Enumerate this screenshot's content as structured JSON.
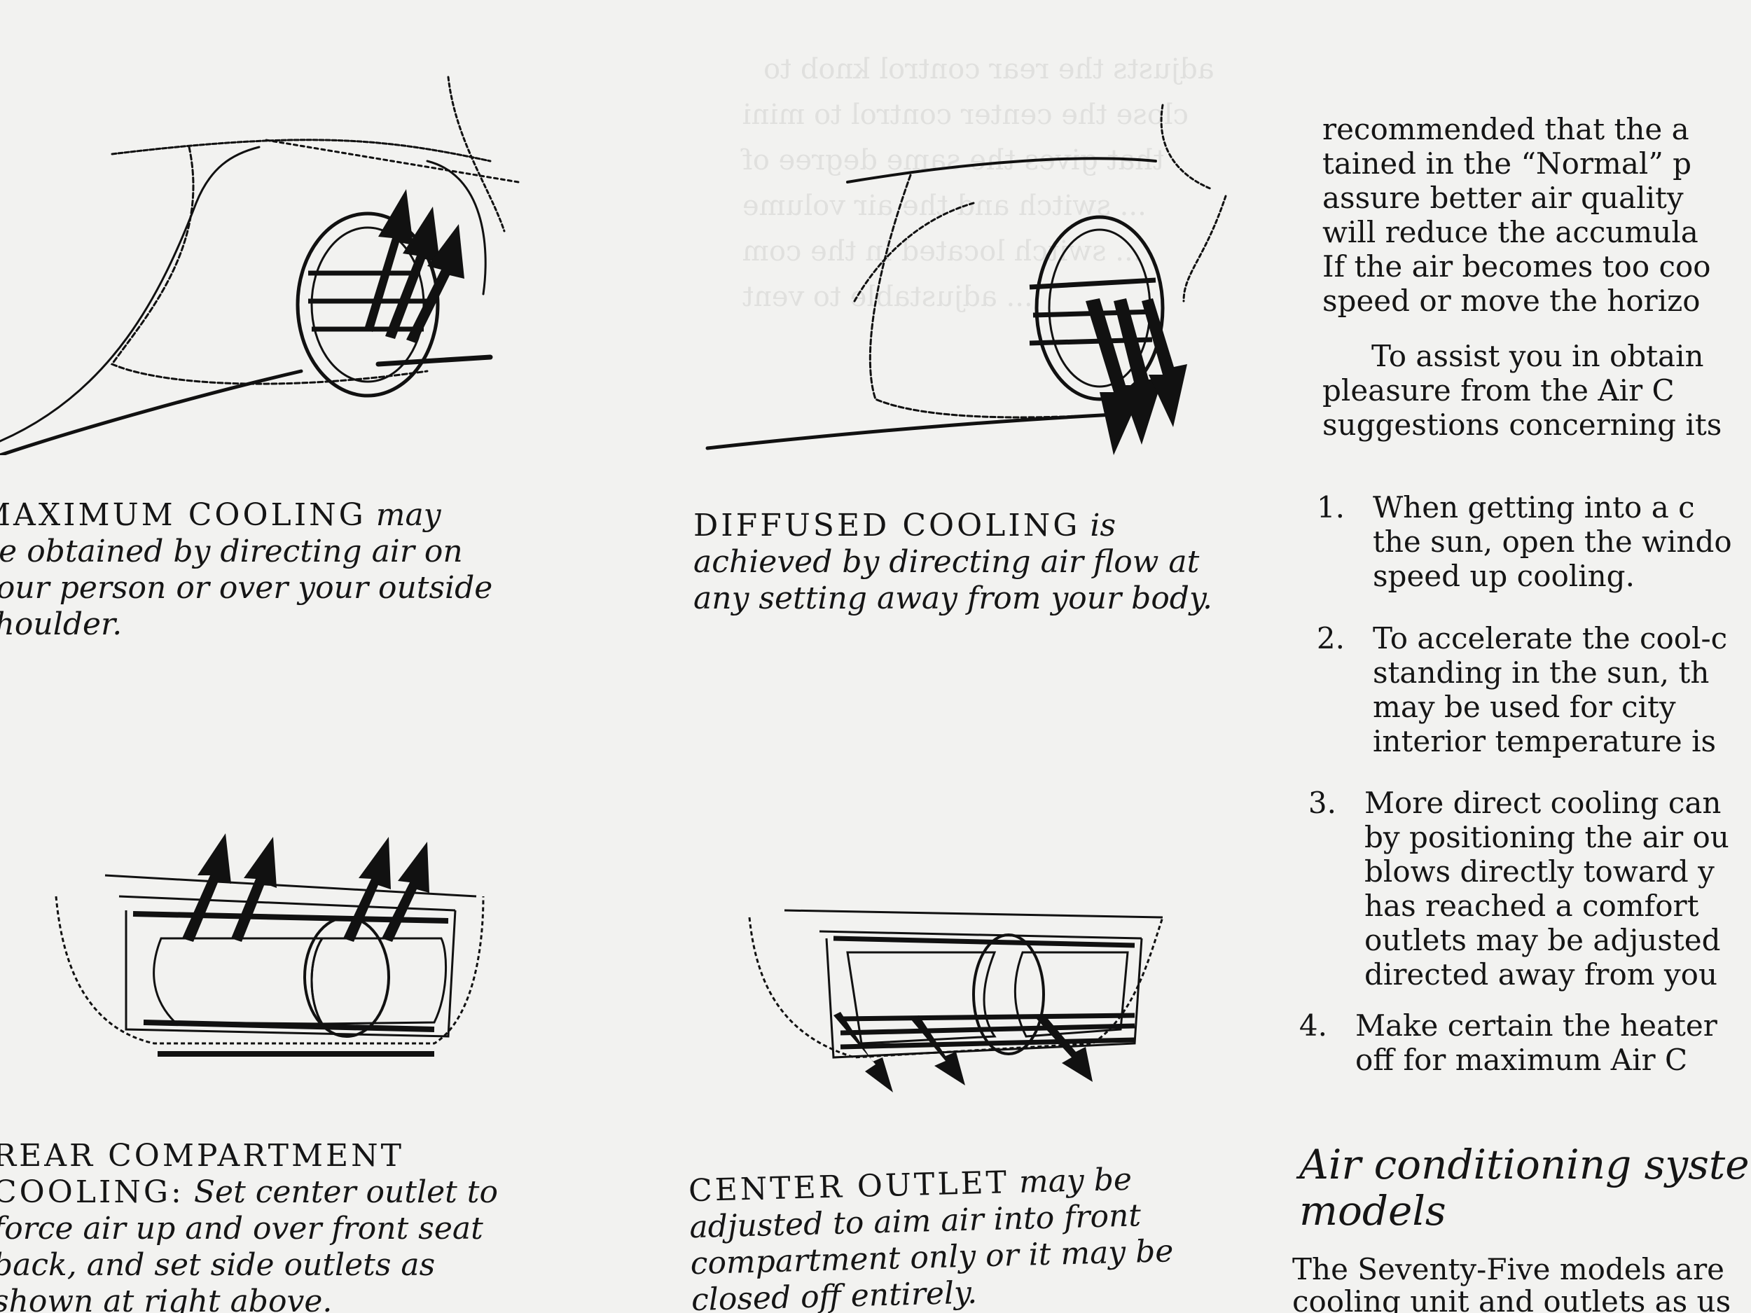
{
  "faint_reverse_text": [
    "adjusts the rear control knob to",
    "close the center control to mini",
    "that gives the same degree of",
    "... switch and the air volume",
    "... switch located in the com",
    "... adjustable to vent"
  ],
  "captions": {
    "max_cooling": {
      "title": "MAXIMUM COOLING",
      "text_lead": "may",
      "lines": [
        "be obtained by directing air on",
        "your person or over your outside",
        "shoulder."
      ]
    },
    "diffused_cooling": {
      "title": "DIFFUSED COOLING",
      "text_lead": "is",
      "lines": [
        "achieved by directing air flow at",
        "any setting away from your body."
      ]
    },
    "rear_compartment": {
      "title_line1": "REAR COMPARTMENT",
      "title_line2": "COOLING:",
      "text_lead": "Set center outlet to",
      "lines": [
        "force air up and over front seat",
        "back, and set side outlets as",
        "shown at right above."
      ]
    },
    "center_outlet": {
      "title": "CENTER OUTLET",
      "text_lead": "may be",
      "lines": [
        "adjusted to aim air into front",
        "compartment only or it may be",
        "closed off entirely."
      ]
    }
  },
  "right_column": {
    "para1": [
      "recommended that the a",
      "tained in the “Normal” p",
      "assure better air quality",
      "will reduce the accumula",
      "If the air becomes too coo",
      "speed or move the horizo"
    ],
    "para2": [
      "To assist you in obtain",
      "pleasure from the Air C",
      "suggestions concerning its"
    ],
    "list": [
      {
        "num": "1.",
        "lines": [
          "When getting into a c",
          "the sun, open the windo",
          "speed up cooling."
        ]
      },
      {
        "num": "2.",
        "lines": [
          "To accelerate the cool-c",
          "standing in the sun, th",
          "may be used for city",
          "interior temperature is"
        ]
      },
      {
        "num": "3.",
        "lines": [
          "More direct cooling can",
          "by positioning the air ou",
          "blows directly toward y",
          "has reached a comfort",
          "outlets may be adjusted",
          "directed away from you"
        ]
      },
      {
        "num": "4.",
        "lines": [
          "Make certain the heater",
          "off for maximum Air C"
        ]
      }
    ],
    "heading_line1": "Air conditioning syste",
    "heading_line2": "models",
    "tail_lines": [
      "The Seventy-Five models are",
      "cooling unit and outlets as us"
    ]
  }
}
